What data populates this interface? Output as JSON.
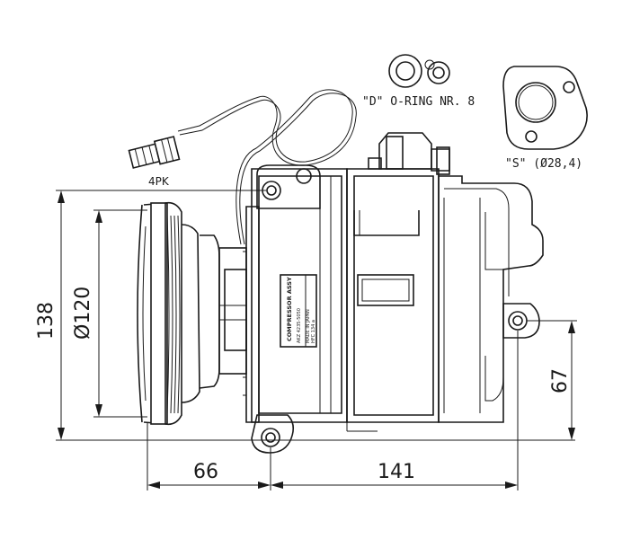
{
  "labels": {
    "belt": "4PK",
    "oring": "\"D\" O-RING NR. 8",
    "seal": "\"S\" (Ø28,4)",
    "plate": "COMPRESSOR ASSY",
    "plate_lines": [
      "AKZ 4235-5050",
      "MADE IN JAPAN",
      "HFC 134 a"
    ]
  },
  "dimensions": {
    "height_total": "138",
    "pulley_dia": "Ø120",
    "offset_left": "66",
    "length": "141",
    "mount_height": "67"
  },
  "colors": {
    "line": "#1a1a1a",
    "background": "#ffffff"
  }
}
